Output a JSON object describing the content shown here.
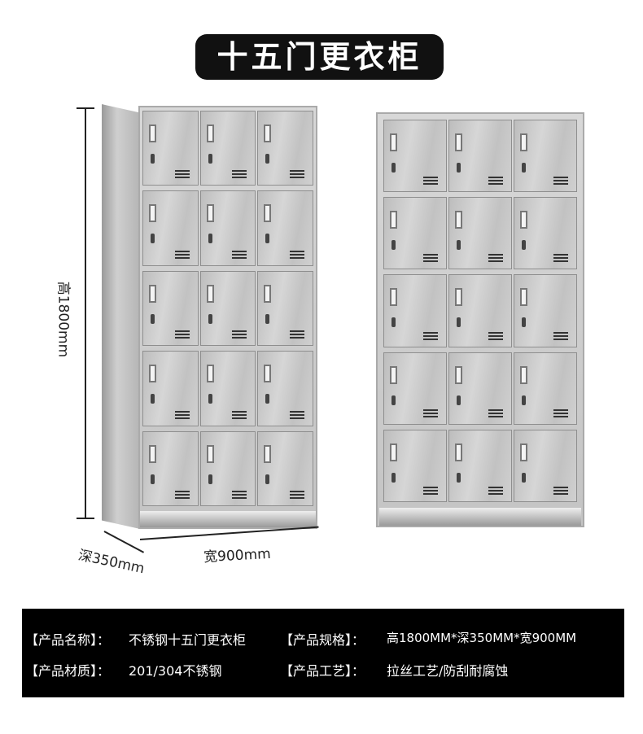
{
  "title": "十五门更衣柜",
  "dimensions": {
    "height": "高1800mm",
    "depth": "深350mm",
    "width": "宽900mm"
  },
  "cabinet": {
    "rows": 5,
    "cols": 3
  },
  "info": {
    "name_label": "【产品名称】：",
    "name_value": "不锈钢十五门更衣柜",
    "spec_label": "【产品规格】：",
    "spec_value": "高1800MM*深350MM*宽900MM",
    "material_label": "【产品材质】：",
    "material_value": "201/304不锈钢",
    "craft_label": "【产品工艺】：",
    "craft_value": "拉丝工艺/防刮耐腐蚀"
  }
}
